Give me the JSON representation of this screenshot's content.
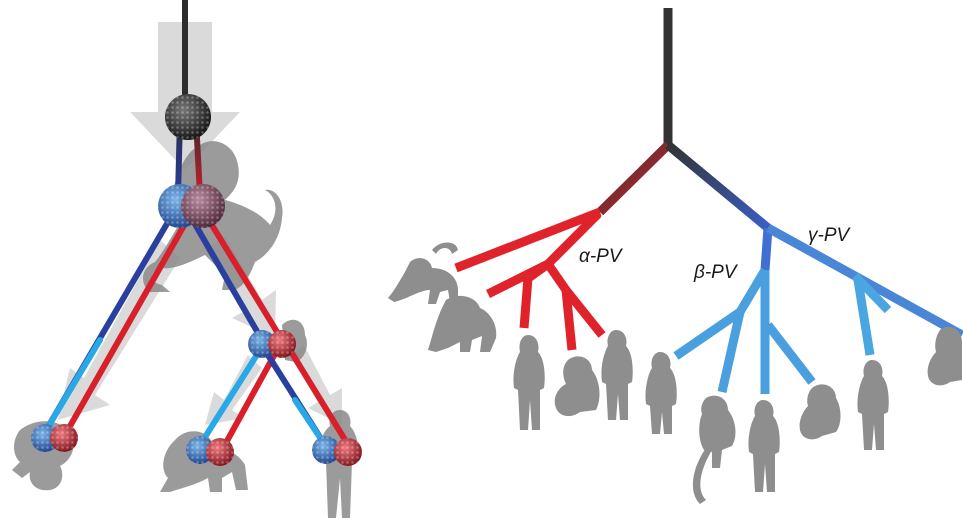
{
  "left_panel": {
    "description_type": "virus co-divergence schematic",
    "icons": [
      "host-silhouette-icon",
      "virus-capsid-icon",
      "divergence-arrow-icon"
    ]
  },
  "right_panel": {
    "clades": [
      {
        "id": "alpha",
        "label": "α-PV",
        "color": "#e0232b"
      },
      {
        "id": "beta",
        "label": "β-PV",
        "color": "#4a9fde"
      },
      {
        "id": "gamma",
        "label": "γ-PV",
        "color": "#4a86d6"
      }
    ],
    "root_color": "#333333"
  },
  "colors": {
    "ancestral": "#2f2f2f",
    "red_lineage": "#d8202a",
    "dark_blue_lineage": "#2a3f9e",
    "light_blue_lineage": "#28a8e6",
    "silhouette": "#8e8e8e",
    "arrow": "#cfcfcf"
  }
}
